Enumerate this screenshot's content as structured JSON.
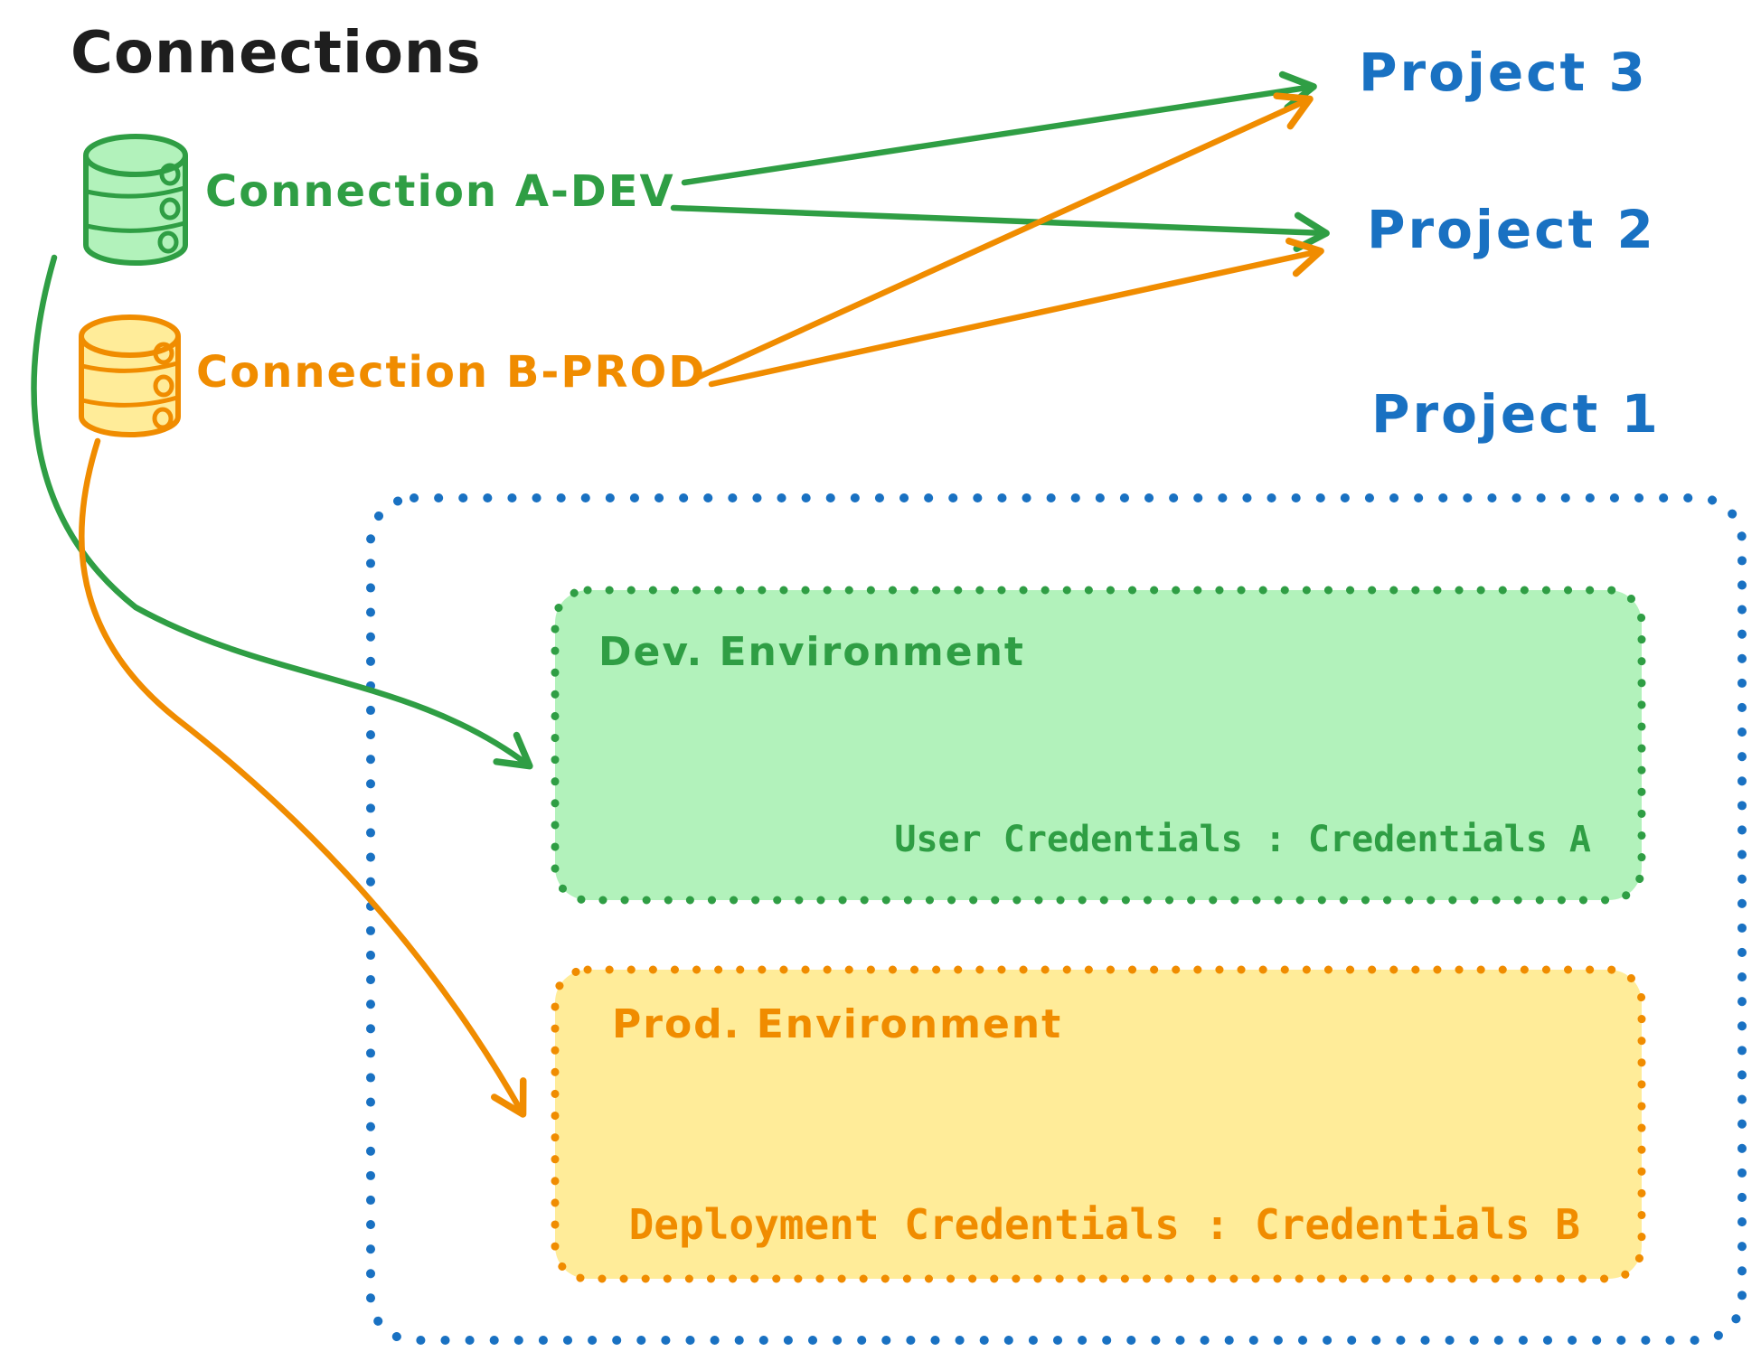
{
  "title": "Connections",
  "connections": [
    {
      "id": "a-dev",
      "label": "Connection A-DEV",
      "icon": "database-icon"
    },
    {
      "id": "b-prod",
      "label": "Connection B-PROD",
      "icon": "database-icon"
    }
  ],
  "projects": [
    {
      "label": "Project 3"
    },
    {
      "label": "Project 2"
    },
    {
      "label": "Project 1"
    }
  ],
  "project1": {
    "dev_env": {
      "label": "Dev. Environment",
      "credentials": "User Credentials : Credentials A"
    },
    "prod_env": {
      "label": "Prod. Environment",
      "credentials": "Deployment Credentials : Credentials B"
    }
  },
  "edges": [
    {
      "from": "Connection A-DEV",
      "to": "Project 3"
    },
    {
      "from": "Connection A-DEV",
      "to": "Project 2"
    },
    {
      "from": "Connection B-PROD",
      "to": "Project 3"
    },
    {
      "from": "Connection B-PROD",
      "to": "Project 2"
    },
    {
      "from": "Connection A-DEV",
      "to": "Dev. Environment"
    },
    {
      "from": "Connection B-PROD",
      "to": "Prod. Environment"
    }
  ],
  "colors": {
    "ink": "#1e1e1e",
    "blue": "#1971c2",
    "green": "#2f9e44",
    "green-fill": "#b2f2bb",
    "orange": "#f08c00",
    "orange-fill": "#ffec99"
  }
}
